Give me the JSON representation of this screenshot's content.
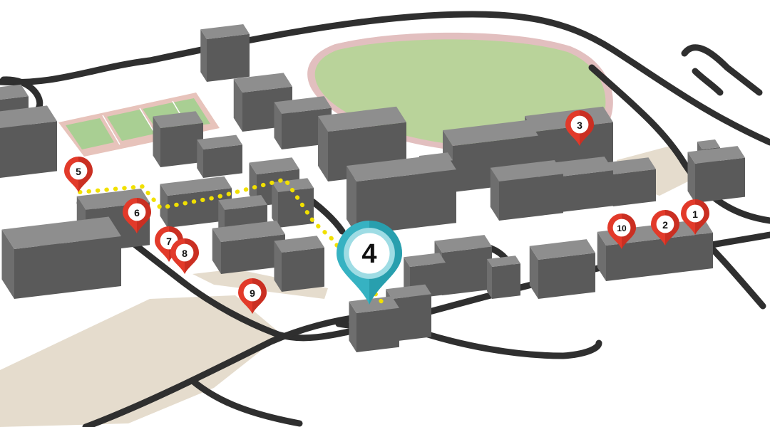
{
  "colors": {
    "background": "#ffffff",
    "road": "#2f2f2f",
    "building_top": "#8e8e8e",
    "building_left": "#6e6e6e",
    "building_right": "#5a5a5a",
    "field": "#b9d39a",
    "field_border": "#e2bfbf",
    "court_fill": "#e7c3bb",
    "court_green": "#a9cf93",
    "plaza": "#e5dccd",
    "route": "#f1e000",
    "marker_red": "#e23a2a",
    "marker_red_dark": "#b7271b",
    "marker_white": "#ffffff",
    "marker_teal": "#36b2c2",
    "marker_teal_dark": "#1d8f9e",
    "marker_teal_light": "#9edce4"
  },
  "markers": [
    {
      "id": "marker-1",
      "label": "1",
      "type": "poi"
    },
    {
      "id": "marker-2",
      "label": "2",
      "type": "poi"
    },
    {
      "id": "marker-3",
      "label": "3",
      "type": "poi"
    },
    {
      "id": "marker-4",
      "label": "4",
      "type": "selected"
    },
    {
      "id": "marker-5",
      "label": "5",
      "type": "poi"
    },
    {
      "id": "marker-6",
      "label": "6",
      "type": "poi"
    },
    {
      "id": "marker-7",
      "label": "7",
      "type": "poi"
    },
    {
      "id": "marker-8",
      "label": "8",
      "type": "poi"
    },
    {
      "id": "marker-9",
      "label": "9",
      "type": "poi"
    },
    {
      "id": "marker-10",
      "label": "10",
      "type": "poi"
    }
  ]
}
